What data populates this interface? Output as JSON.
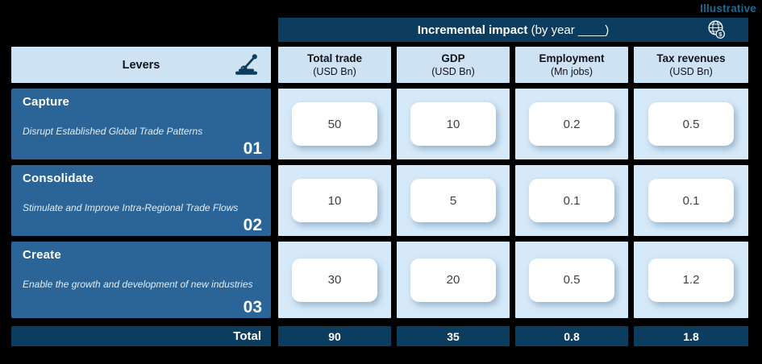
{
  "page": {
    "tag": "Illustrative"
  },
  "impact_header": {
    "title_bold": "Incremental impact",
    "title_rest": " (by year ____)",
    "icon": "globe-dollar-icon"
  },
  "levers_header": {
    "label": "Levers",
    "icon": "lever-icon"
  },
  "columns": [
    {
      "label": "Total trade",
      "unit": "(USD Bn)"
    },
    {
      "label": "GDP",
      "unit": "(USD Bn)"
    },
    {
      "label": "Employment",
      "unit": "(Mn jobs)"
    },
    {
      "label": "Tax revenues",
      "unit": "(USD Bn)"
    }
  ],
  "rows": [
    {
      "number": "01",
      "name": "Capture",
      "description": "Disrupt Established Global Trade Patterns",
      "values": [
        "50",
        "10",
        "0.2",
        "0.5"
      ]
    },
    {
      "number": "02",
      "name": "Consolidate",
      "description": "Stimulate and Improve Intra-Regional Trade Flows",
      "values": [
        "10",
        "5",
        "0.1",
        "0.1"
      ]
    },
    {
      "number": "03",
      "name": "Create",
      "description": "Enable the growth and development of new industries",
      "values": [
        "30",
        "20",
        "0.5",
        "1.2"
      ]
    }
  ],
  "total": {
    "label": "Total",
    "values": [
      "90",
      "35",
      "0.8",
      "1.8"
    ]
  },
  "colors": {
    "background": "#000000",
    "navy": "#0d3d5e",
    "row_blue": "#2b6597",
    "light_blue": "#cde2f2",
    "cell_blue": "#d5e9f8",
    "illustrative_text": "#1a6a94"
  },
  "chart_data": {
    "type": "table",
    "title": "Incremental impact (by year ____)",
    "row_header": "Levers",
    "columns": [
      "Total trade (USD Bn)",
      "GDP (USD Bn)",
      "Employment (Mn jobs)",
      "Tax revenues (USD Bn)"
    ],
    "rows": [
      {
        "lever": "01 Capture — Disrupt Established Global Trade Patterns",
        "values": [
          50,
          10,
          0.2,
          0.5
        ]
      },
      {
        "lever": "02 Consolidate — Stimulate and Improve Intra-Regional Trade Flows",
        "values": [
          10,
          5,
          0.1,
          0.1
        ]
      },
      {
        "lever": "03 Create — Enable the growth and development of new industries",
        "values": [
          30,
          20,
          0.5,
          1.2
        ]
      }
    ],
    "totals": {
      "label": "Total",
      "values": [
        90,
        35,
        0.8,
        1.8
      ]
    }
  }
}
